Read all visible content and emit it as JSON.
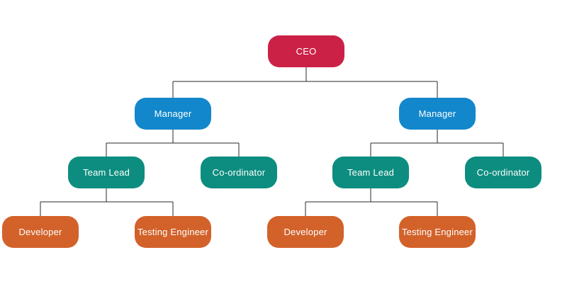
{
  "diagram": {
    "kind": "org-chart",
    "background_color": "#ffffff",
    "connector_color": "#282828",
    "label_text_color": "#ffffff",
    "palette": {
      "executive": "#cb2146",
      "manager": "#1287cb",
      "lead": "#0d8d7f",
      "engineer": "#d2622a"
    },
    "nodes": [
      {
        "id": "ceo",
        "label": "CEO",
        "color": "#cb2146",
        "parent": null
      },
      {
        "id": "manager-left",
        "label": "Manager",
        "color": "#1287cb",
        "parent": "ceo"
      },
      {
        "id": "manager-right",
        "label": "Manager",
        "color": "#1287cb",
        "parent": "ceo"
      },
      {
        "id": "team-lead-left",
        "label": "Team Lead",
        "color": "#0d8d7f",
        "parent": "manager-left"
      },
      {
        "id": "coordinator-left",
        "label": "Co-ordinator",
        "color": "#0d8d7f",
        "parent": "manager-left"
      },
      {
        "id": "team-lead-right",
        "label": "Team Lead",
        "color": "#0d8d7f",
        "parent": "manager-right"
      },
      {
        "id": "coordinator-right",
        "label": "Co-ordinator",
        "color": "#0d8d7f",
        "parent": "manager-right"
      },
      {
        "id": "developer-left",
        "label": "Developer",
        "color": "#d2622a",
        "parent": "team-lead-left"
      },
      {
        "id": "testing-engineer-left",
        "label": "Testing Engineer",
        "color": "#d2622a",
        "parent": "team-lead-left"
      },
      {
        "id": "developer-right",
        "label": "Developer",
        "color": "#d2622a",
        "parent": "team-lead-right"
      },
      {
        "id": "testing-engineer-right",
        "label": "Testing Engineer",
        "color": "#d2622a",
        "parent": "team-lead-right"
      }
    ]
  }
}
